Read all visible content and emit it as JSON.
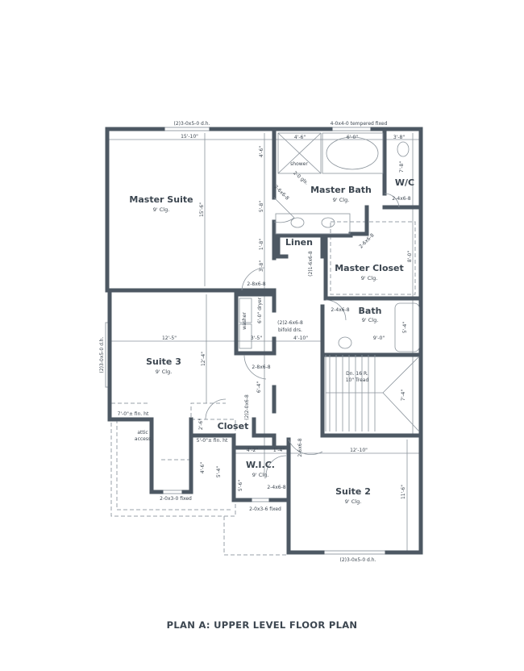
{
  "title": "PLAN A: UPPER LEVEL FLOOR PLAN",
  "colors": {
    "wall": "#4d5863",
    "text": "#3c4650",
    "background": "#ffffff"
  },
  "rooms": {
    "master_suite": {
      "name": "Master Suite",
      "ceiling": "9' Clg."
    },
    "master_bath": {
      "name": "Master Bath",
      "ceiling": "9' Clg."
    },
    "wc": {
      "name": "W/C"
    },
    "linen": {
      "name": "Linen"
    },
    "master_closet": {
      "name": "Master Closet",
      "ceiling": "9' Clg."
    },
    "bath": {
      "name": "Bath",
      "ceiling": "9' Clg."
    },
    "suite3": {
      "name": "Suite 3",
      "ceiling": "9' Clg."
    },
    "closet": {
      "name": "Closet"
    },
    "wic": {
      "name": "W.I.C.",
      "ceiling": "9' Clg."
    },
    "suite2": {
      "name": "Suite 2",
      "ceiling": "9' Clg."
    },
    "shower": {
      "name": "shower"
    }
  },
  "annotations": {
    "win_master_top": "(2)3-0x5-0 d.h.",
    "win_bath_top": "4-0x4-0 tempered fixed",
    "win_suite3_left": "(2)3-0x5-0 d.h.",
    "win_attic": "2-0x3-0 fixed",
    "win_wic": "2-0x3-6 fixed",
    "win_suite2": "(2)3-0x5-0 d.h.",
    "dim_15_10": "15'-10\"",
    "dim_15_6": "15'-6\"",
    "dim_4_6a": "4'-6\"",
    "dim_4_6b": "4'-6\"",
    "dim_6_0": "6'-0\"",
    "dim_3_8": "3'-8\"",
    "dim_7_8": "7'-8\"",
    "dim_5_8": "5'-8\"",
    "dim_1_8": "1'-8\"",
    "dim_3_8b": "3'-8\"",
    "dim_8_0": "8'-0\"",
    "dim_12_5": "12'-5\"",
    "dim_12_4": "12'-4\"",
    "dim_3_5": "3'-5\"",
    "dim_4_10": "4'-10\"",
    "dim_9_0": "9'-0\"",
    "dim_5_4": "5'-4\"",
    "dim_6_4": "6'-4\"",
    "dim_7_4": "7'-4\"",
    "dim_12_10": "12'-10\"",
    "dim_11_6": "11'-6\"",
    "dim_4_2": "4'-2\"",
    "dim_1_4": "1'-4\"",
    "dim_4_6c": "4'-6\"",
    "dim_5_4b": "5'-4\"",
    "dim_5_6": "5'-6\"",
    "dim_2_6": "2'-6\"",
    "door_shower": "2-0 gls.",
    "door_bath1": "2-6x6-8",
    "door_wc": "2-4x6-8",
    "door_closet": "2-6x6-8",
    "door_linen": "(2)1-6x6-8",
    "door_master": "2-8x6-8",
    "door_bifold": "(2)2-6x6-8",
    "door_bifold2": "bifold drs.",
    "door_bath2": "2-4x6-8",
    "door_suite3": "2-8x6-8",
    "door_closet3": "(2)2-0x6-8",
    "door_suite2": "2-6x6-8",
    "door_wic": "2-4x6-8",
    "washer": "washer",
    "dryer": "6'-0\" dryer",
    "stairs1": "Dn. 16 R.",
    "stairs2": "10\" Tread",
    "fin_ht1": "7'-0\"± fin. ht",
    "fin_ht2": "5'-0\"± fin. ht",
    "attic1": "attic",
    "attic2": "access"
  }
}
